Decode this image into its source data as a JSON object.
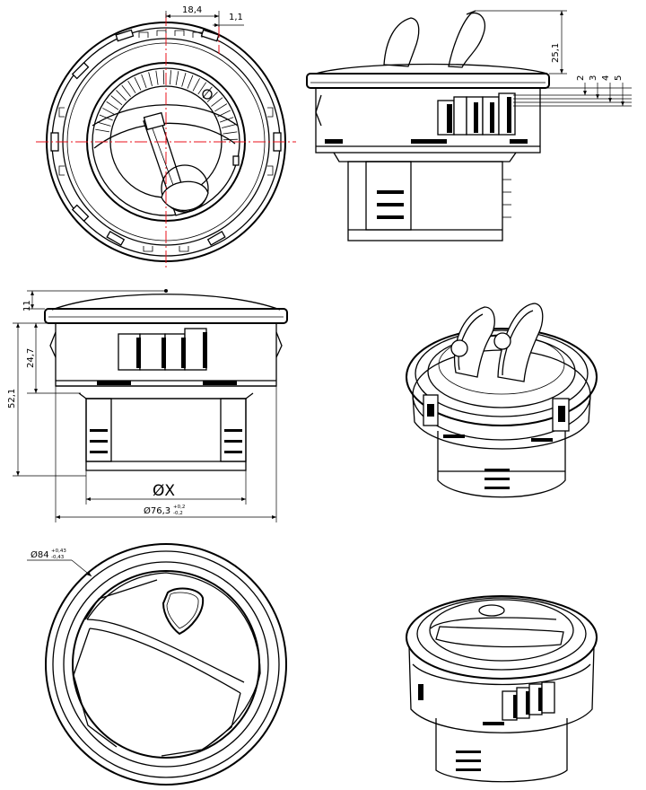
{
  "dimensions": {
    "top_width_a": "18,4",
    "top_width_b": "1,1",
    "side_height": "25,1",
    "gap_2": "2",
    "gap_3": "3",
    "gap_4": "4",
    "gap_5": "5",
    "front_11": "11",
    "front_24_7": "24,7",
    "front_52_1": "52,1",
    "front_dia_x": "ØX",
    "front_dia_76": "Ø76,3",
    "front_dia_76_tol_up": "+0,2",
    "front_dia_76_tol_dn": "-0,2",
    "bottom_dia_84": "Ø84",
    "bottom_dia_84_tol_up": "+0,43",
    "bottom_dia_84_tol_dn": "-0,43"
  },
  "colors": {
    "centerline": "#e8121b",
    "line": "#000000",
    "background": "#ffffff"
  }
}
